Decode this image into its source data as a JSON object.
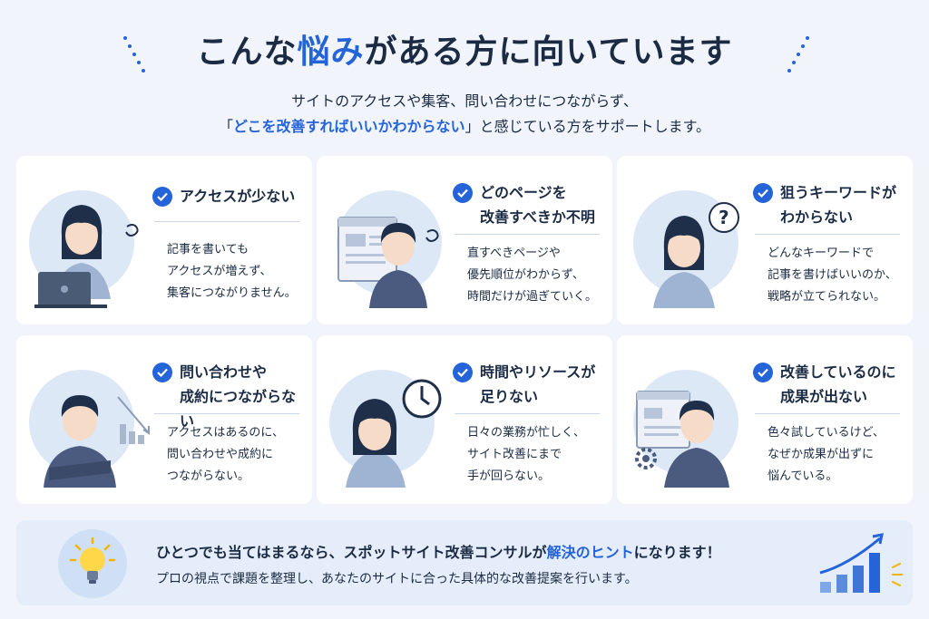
{
  "header": {
    "title_pre": "こんな",
    "title_hl": "悩み",
    "title_post": "がある方に向いています",
    "lead_line1": "サイトのアクセスや集客、問い合わせにつながらず、",
    "lead_line2_open": "「",
    "lead_line2_hl": "どこを改善すればいいかわからない",
    "lead_line2_close": "」と感じている方をサポートします。"
  },
  "colors": {
    "accent": "#2563d8",
    "text": "#1b2b44",
    "card_bg": "#ffffff",
    "page_bg": "#f1f5fb"
  },
  "cards": [
    {
      "head1": "アクセスが少ない",
      "head2": "",
      "body1": "記事を書いても",
      "body2": "アクセスが増えず、",
      "body3": "集客につながりません。",
      "icon": "woman-laptop-worried"
    },
    {
      "head1": "どのページを",
      "head2": "改善すべきか不明",
      "body1": "直すべきページや",
      "body2": "優先順位がわからず、",
      "body3": "時間だけが過ぎていく。",
      "icon": "man-webpage-confused"
    },
    {
      "head1": "狙うキーワードが",
      "head2": "わからない",
      "body1": "どんなキーワードで",
      "body2": "記事を書けばいいのか、",
      "body3": "戦略が立てられない。",
      "icon": "woman-question"
    },
    {
      "head1": "問い合わせや",
      "head2": "成約につながらない",
      "body1": "アクセスはあるのに、",
      "body2": "問い合わせや成約に",
      "body3": "つながらない。",
      "icon": "man-arms-crossed-chart"
    },
    {
      "head1": "時間やリソースが",
      "head2": "足りない",
      "body1": "日々の業務が忙しく、",
      "body2": "サイト改善にまで",
      "body3": "手が回らない。",
      "icon": "woman-clock"
    },
    {
      "head1": "改善しているのに",
      "head2": "成果が出ない",
      "body1": "色々試しているけど、",
      "body2": "なぜか成果が出ずに",
      "body3": "悩んでいる。",
      "icon": "man-gear-webpage"
    }
  ],
  "banner": {
    "line1_pre": "ひとつでも当てはまるなら、スポットサイト改善コンサルが",
    "line1_hl": "解決のヒント",
    "line1_post": "になります！",
    "line2": "プロの視点で課題を整理し、あなたのサイトに合った具体的な改善提案を行います。",
    "left_icon": "lightbulb-icon",
    "right_icon": "growth-chart-icon"
  }
}
